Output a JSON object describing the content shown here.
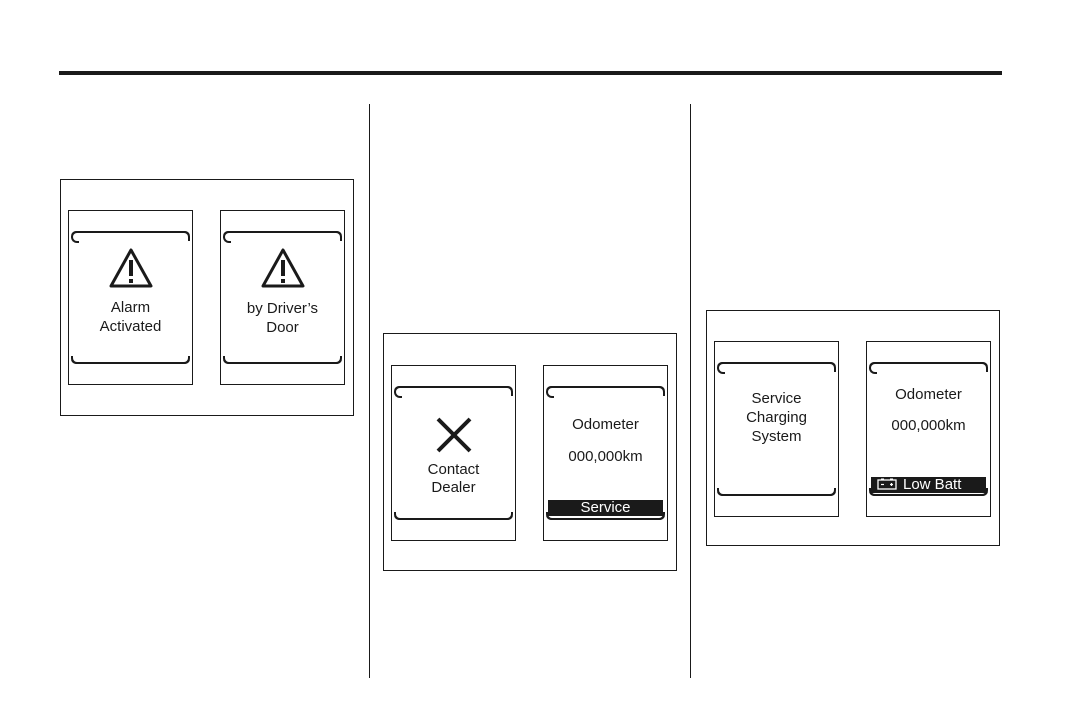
{
  "fig1": {
    "panel_left": {
      "line1": "Alarm",
      "line2": "Activated",
      "icon": "warning-triangle-icon"
    },
    "panel_right": {
      "line1": "by Driver’s",
      "line2": "Door",
      "icon": "warning-triangle-icon"
    }
  },
  "fig2": {
    "panel_left": {
      "line1": "Contact",
      "line2": "Dealer",
      "icon": "x-icon"
    },
    "panel_right": {
      "label": "Odometer",
      "value": "000,000km",
      "bar": "Service"
    }
  },
  "fig3": {
    "panel_left": {
      "line1": "Service",
      "line2": "Charging",
      "line3": "System"
    },
    "panel_right": {
      "label": "Odometer",
      "value": "000,000km",
      "bar": "Low Batt",
      "icon": "battery-icon"
    }
  }
}
